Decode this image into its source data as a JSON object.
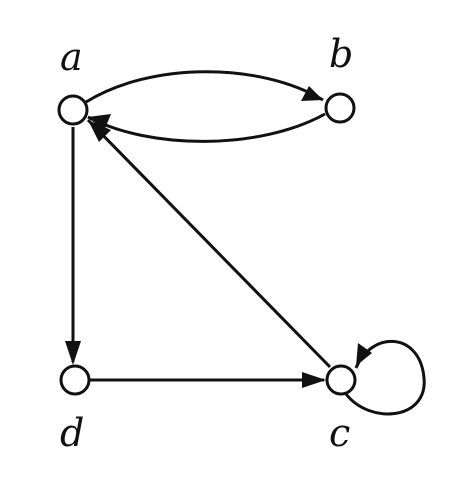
{
  "graph": {
    "nodes": [
      {
        "id": "a",
        "label": "a"
      },
      {
        "id": "b",
        "label": "b"
      },
      {
        "id": "c",
        "label": "c"
      },
      {
        "id": "d",
        "label": "d"
      }
    ],
    "edges": [
      {
        "from": "a",
        "to": "b"
      },
      {
        "from": "b",
        "to": "a"
      },
      {
        "from": "a",
        "to": "d"
      },
      {
        "from": "d",
        "to": "c"
      },
      {
        "from": "c",
        "to": "a"
      },
      {
        "from": "c",
        "to": "c"
      }
    ]
  },
  "colors": {
    "ink": "#111111",
    "background": "#ffffff"
  }
}
